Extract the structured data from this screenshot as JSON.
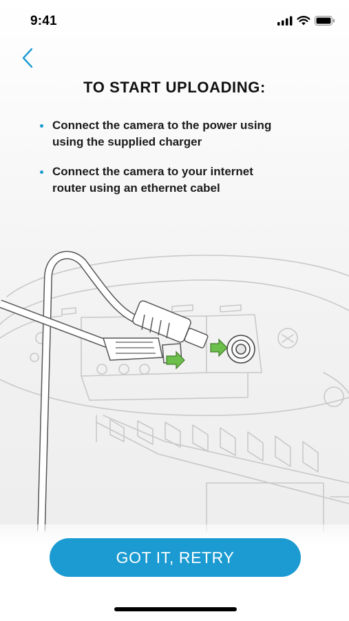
{
  "status_bar": {
    "time": "9:41",
    "icons": [
      "signal-icon",
      "wifi-icon",
      "battery-icon"
    ]
  },
  "nav": {
    "back_icon": "chevron-left-icon"
  },
  "title": "TO START UPLOADING:",
  "instructions": [
    {
      "line1": "Connect the camera to the power using",
      "line2": "using the supplied charger"
    },
    {
      "line1": "Connect the camera to your internet",
      "line2": "router using an ethernet cabel"
    }
  ],
  "retry_button": {
    "label": "GOT IT, RETRY"
  },
  "colors": {
    "accent": "#1b9bd1",
    "arrow": "#6cbf4a",
    "text": "#111111"
  }
}
